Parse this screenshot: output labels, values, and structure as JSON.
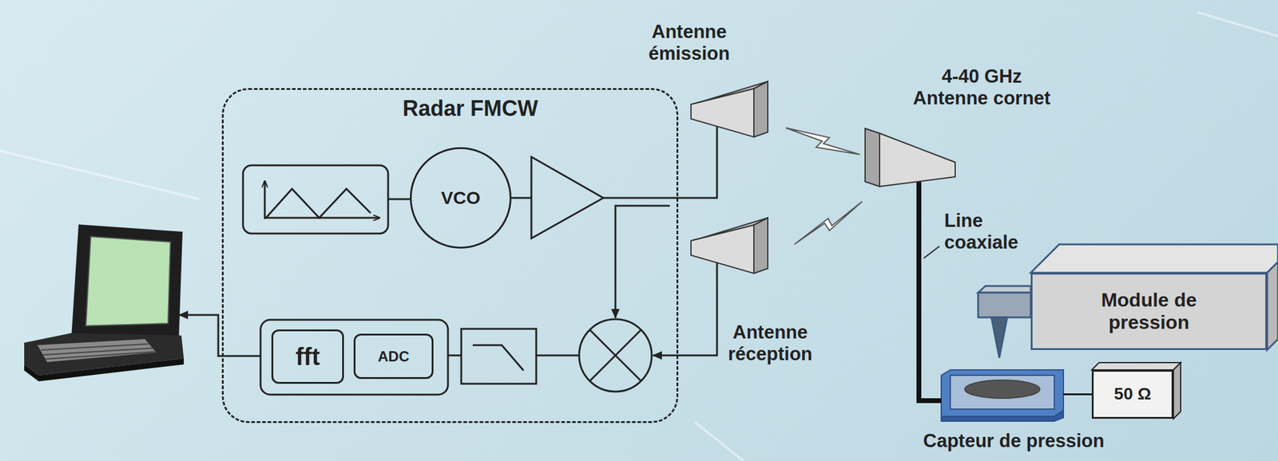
{
  "diagram": {
    "nodes": [
      {
        "text": [
          "Radar FMCW"
        ]
      },
      {
        "text": [
          "VCO"
        ],
        "in": 0
      },
      {
        "text": [
          "fft"
        ],
        "in": 0
      },
      {
        "text": [
          "ADC"
        ],
        "in": 0
      },
      {
        "text": [
          "Antenne émission"
        ]
      },
      {
        "text": [
          "Antenne réception"
        ]
      },
      {
        "text": [
          "4-40 GHz Antenne cornet"
        ]
      },
      {
        "text": [
          "Module de pression"
        ]
      },
      {
        "text": [
          "Capteur de pression"
        ]
      },
      {
        "text": [
          "50 Ω"
        ]
      }
    ],
    "edges": [
      {
        "from": 6,
        "to": 8,
        "arrow": "none",
        "label": "Line coaxiale"
      },
      {
        "from": 8,
        "to": 9,
        "arrow": "none"
      }
    ]
  }
}
